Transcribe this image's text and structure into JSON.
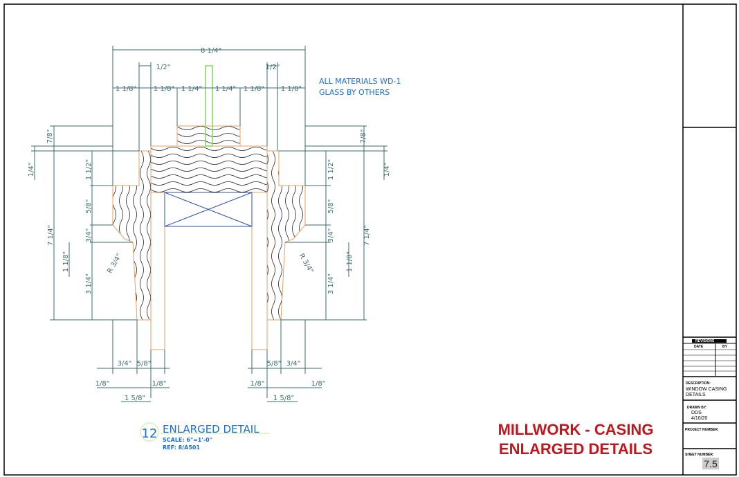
{
  "notes": {
    "line1": "ALL MATERIALS WD-1",
    "line2": "GLASS BY OTHERS"
  },
  "detail_tag": {
    "number": "12",
    "title": "ENLARGED DETAIL",
    "scale": "SCALE: 6\"=1'-0\"",
    "ref": "REF: 8/A501"
  },
  "sheet_title": {
    "line1": "MILLWORK - CASING",
    "line2": "ENLARGED DETAILS"
  },
  "title_block": {
    "revisions_label": "REVISIONS",
    "date_label": "DATE",
    "by_label": "BY",
    "description_label": "DESCRIPTION:",
    "description": [
      "WINDOW CASING",
      "DETAILS"
    ],
    "drawn_by_label": "DRAWN BY:",
    "drawn_by": "DDS",
    "date": "4/10/20",
    "project_number_label": "PROJECT NUMBER:",
    "sheet_number_label": "SHEET NUMBER:",
    "sheet_number": "7.5"
  },
  "dimensions": {
    "top": [
      "8 1/4\"",
      "1/2\"",
      "1/2\"",
      "1 1/8\"",
      "1 1/8\"",
      "1 1/4\"",
      "1 1/4\"",
      "1 1/8\"",
      "1 1/8\""
    ],
    "left": [
      "7/8\"",
      "1/4\"",
      "1 1/2\"",
      "5/8\"",
      "3/4\"",
      "7 1/4\"",
      "1 1/8\"",
      "3 1/4\"",
      "R 3/4\""
    ],
    "right": [
      "7/8\"",
      "1/4\"",
      "1 1/2\"",
      "5/8\"",
      "3/4\"",
      "7 1/4\"",
      "1 1/8\"",
      "3 1/4\"",
      "R 3/4\""
    ],
    "bottom_left": [
      "3/4\"",
      "5/8\"",
      "1/8\"",
      "1/8\"",
      "1 5/8\""
    ],
    "bottom_right": [
      "5/8\"",
      "3/4\"",
      "1/8\"",
      "1/8\"",
      "1 5/8\""
    ]
  },
  "colors": {
    "dimension": "#3d6b6b",
    "note": "#1a6fd0",
    "title": "#c0161c",
    "wood_outline": "#e8a060",
    "glass": "#7ed957"
  }
}
